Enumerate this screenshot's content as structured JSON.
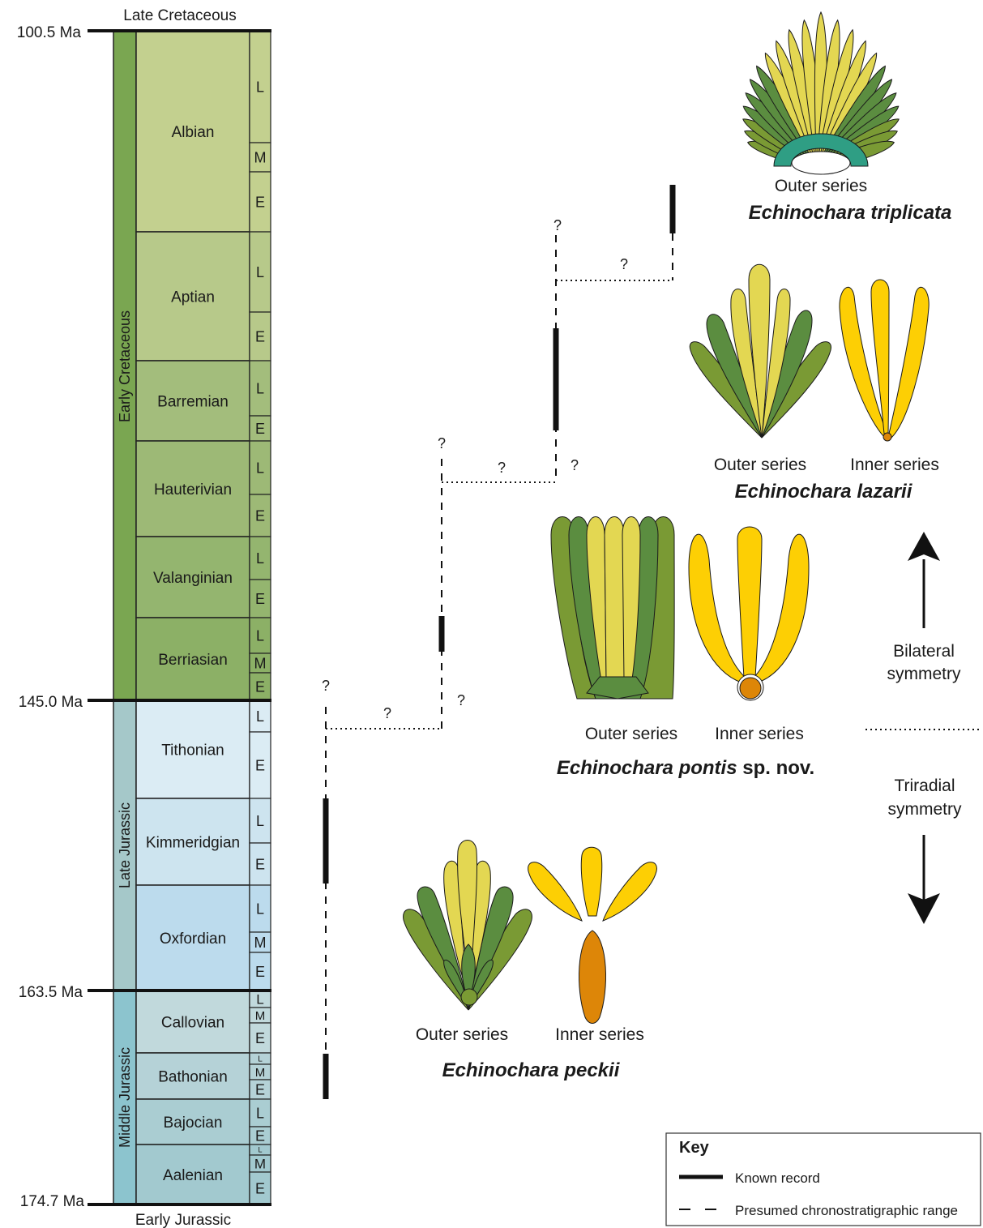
{
  "era_labels": {
    "top": "Late Cretaceous",
    "bottom": "Early Jurassic"
  },
  "ages": [
    {
      "label": "100.5 Ma",
      "ma": 100.5
    },
    {
      "label": "145.0 Ma",
      "ma": 145.0
    },
    {
      "label": "163.5 Ma",
      "ma": 163.5
    },
    {
      "label": "174.7 Ma",
      "ma": 174.7
    }
  ],
  "epochs": [
    {
      "name": "Early Cretaceous",
      "color": "#7aa651"
    },
    {
      "name": "Late Jurassic",
      "color": "#a5c8c9"
    },
    {
      "name": "Middle Jurassic",
      "color": "#8cc4ce"
    }
  ],
  "stages": [
    {
      "name": "Albian",
      "color": "#c3d08f",
      "subs": [
        "L",
        "M",
        "E"
      ]
    },
    {
      "name": "Aptian",
      "color": "#b7c98a",
      "subs": [
        "L",
        "E"
      ]
    },
    {
      "name": "Barremian",
      "color": "#a3bd7c",
      "subs": [
        "L",
        "E"
      ]
    },
    {
      "name": "Hauterivian",
      "color": "#9db976",
      "subs": [
        "L",
        "E"
      ]
    },
    {
      "name": "Valanginian",
      "color": "#94b56f",
      "subs": [
        "L",
        "E"
      ]
    },
    {
      "name": "Berriasian",
      "color": "#8cb066",
      "subs": [
        "L",
        "M",
        "E"
      ]
    },
    {
      "name": "Tithonian",
      "color": "#dbecf4",
      "subs": [
        "L",
        "E"
      ]
    },
    {
      "name": "Kimmeridgian",
      "color": "#cde4ef",
      "subs": [
        "L",
        "E"
      ]
    },
    {
      "name": "Oxfordian",
      "color": "#bcdbed",
      "subs": [
        "L",
        "M",
        "E"
      ]
    },
    {
      "name": "Callovian",
      "color": "#c1d9dc",
      "subs": [
        "L",
        "M",
        "E"
      ]
    },
    {
      "name": "Bathonian",
      "color": "#b5d2d7",
      "subs": [
        "L",
        "M",
        "E"
      ]
    },
    {
      "name": "Bajocian",
      "color": "#aacdd2",
      "subs": [
        "L",
        "E"
      ]
    },
    {
      "name": "Aalenian",
      "color": "#a2c9cf",
      "subs": [
        "L",
        "M",
        "E"
      ]
    }
  ],
  "question_mark": "?",
  "taxa": [
    {
      "genus": "Echinochara",
      "species": "triplicata",
      "suffix": "",
      "series": [
        "Outer series"
      ]
    },
    {
      "genus": "Echinochara",
      "species": "lazarii",
      "suffix": "",
      "series": [
        "Outer series",
        "Inner series"
      ]
    },
    {
      "genus": "Echinochara",
      "species": "pontis",
      "suffix": "sp. nov.",
      "series": [
        "Outer series",
        "Inner series"
      ]
    },
    {
      "genus": "Echinochara",
      "species": "peckii",
      "suffix": "",
      "series": [
        "Outer series",
        "Inner series"
      ]
    }
  ],
  "symmetry": {
    "upper": [
      "Bilateral",
      "symmetry"
    ],
    "lower": [
      "Triradial",
      "symmetry"
    ]
  },
  "key": {
    "title": "Key",
    "items": [
      "Known record",
      "Presumed chronostratigraphic range"
    ]
  },
  "colors": {
    "outer_light": "#e3d752",
    "outer_dark": "#5b8d40",
    "outer_mid": "#7a9a34",
    "inner_yellow": "#fdcf04",
    "inner_orange": "#dd8608",
    "base_teal": "#2f9e84"
  }
}
